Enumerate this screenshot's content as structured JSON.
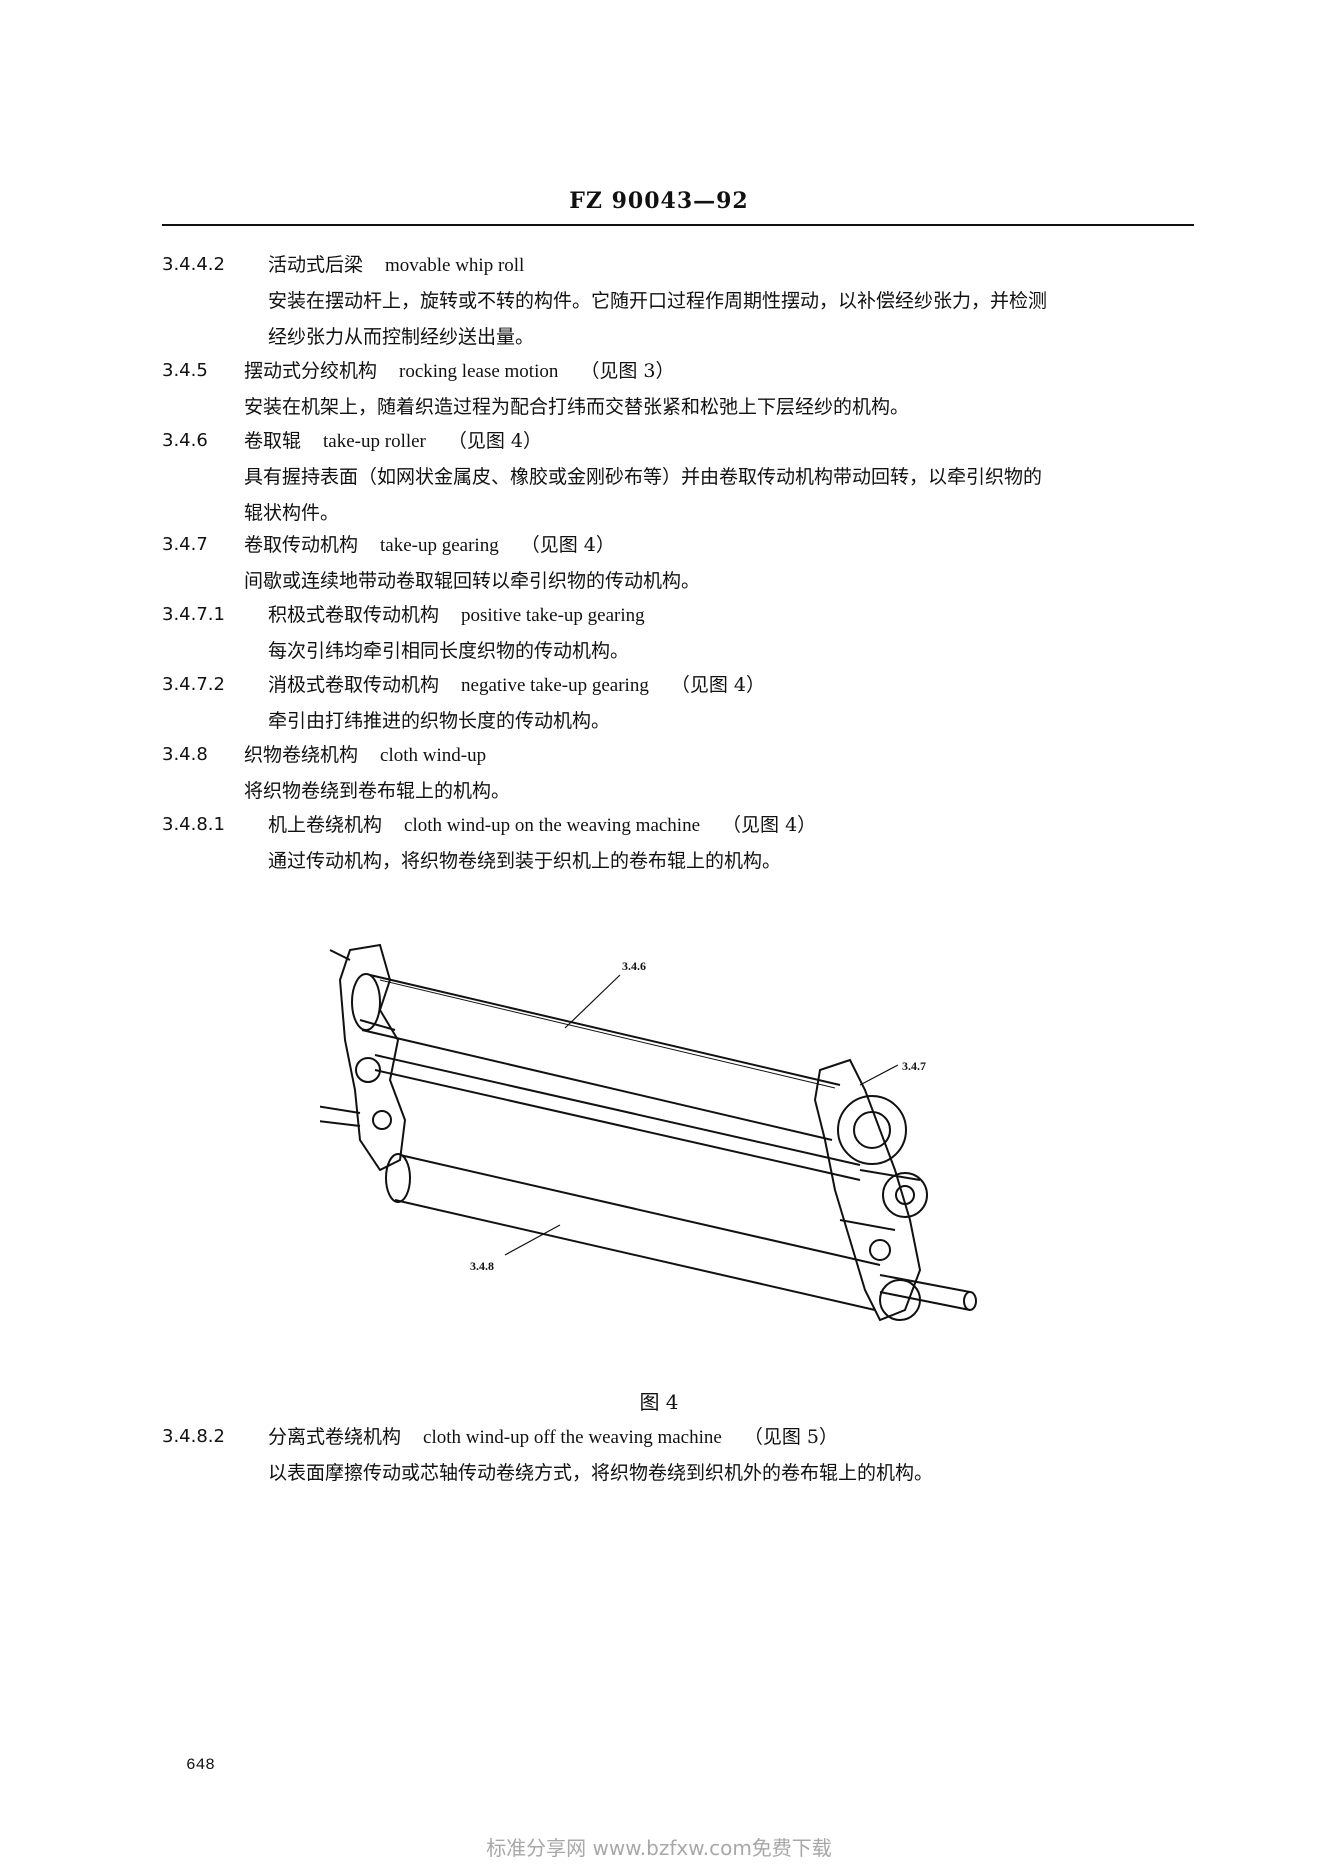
{
  "header": {
    "code": "FZ 90043—92"
  },
  "entries": [
    {
      "num": "3.4.4.2",
      "term": "活动式后梁",
      "en": "movable whip roll",
      "ref": "",
      "body": [
        "安装在摆动杆上，旋转或不转的构件。它随开口过程作周期性摆动，以补偿经纱张力，并检测",
        "经纱张力从而控制经纱送出量。"
      ]
    },
    {
      "num": "3.4.5",
      "term": "摆动式分绞机构",
      "en": "rocking lease motion",
      "ref": "（见图 3）",
      "body": [
        "安装在机架上，随着织造过程为配合打纬而交替张紧和松弛上下层经纱的机构。"
      ]
    },
    {
      "num": "3.4.6",
      "term": "卷取辊",
      "en": "take-up roller",
      "ref": "（见图 4）",
      "body": [
        "具有握持表面（如网状金属皮、橡胶或金刚砂布等）并由卷取传动机构带动回转，以牵引织物的",
        "辊状构件。"
      ]
    },
    {
      "num": "3.4.7",
      "term": "卷取传动机构",
      "en": "take-up gearing",
      "ref": "（见图 4）",
      "body": [
        "间歇或连续地带动卷取辊回转以牵引织物的传动机构。"
      ]
    },
    {
      "num": "3.4.7.1",
      "term": "积极式卷取传动机构",
      "en": "positive take-up gearing",
      "ref": "",
      "body": [
        "每次引纬均牵引相同长度织物的传动机构。"
      ]
    },
    {
      "num": "3.4.7.2",
      "term": "消极式卷取传动机构",
      "en": "negative take-up gearing",
      "ref": "（见图 4）",
      "body": [
        "牵引由打纬推进的织物长度的传动机构。"
      ]
    },
    {
      "num": "3.4.8",
      "term": "织物卷绕机构",
      "en": "cloth wind-up",
      "ref": "",
      "body": [
        "将织物卷绕到卷布辊上的机构。"
      ]
    },
    {
      "num": "3.4.8.1",
      "term": "机上卷绕机构",
      "en": "cloth wind-up on the weaving machine",
      "ref": "（见图 4）",
      "body": [
        "通过传动机构，将织物卷绕到装于织机上的卷布辊上的机构。"
      ]
    }
  ],
  "figure": {
    "labels": {
      "roller": "3.4.6",
      "gearing": "3.4.7",
      "windup": "3.4.8"
    },
    "caption": "图 4"
  },
  "entries_after": [
    {
      "num": "3.4.8.2",
      "term": "分离式卷绕机构",
      "en": "cloth wind-up off the weaving machine",
      "ref": "（见图 5）",
      "body": [
        "以表面摩擦传动或芯轴传动卷绕方式，将织物卷绕到织机外的卷布辊上的机构。"
      ]
    }
  ],
  "footer": {
    "page_number": "648",
    "watermark": "标准分享网 www.bzfxw.com免费下载"
  }
}
